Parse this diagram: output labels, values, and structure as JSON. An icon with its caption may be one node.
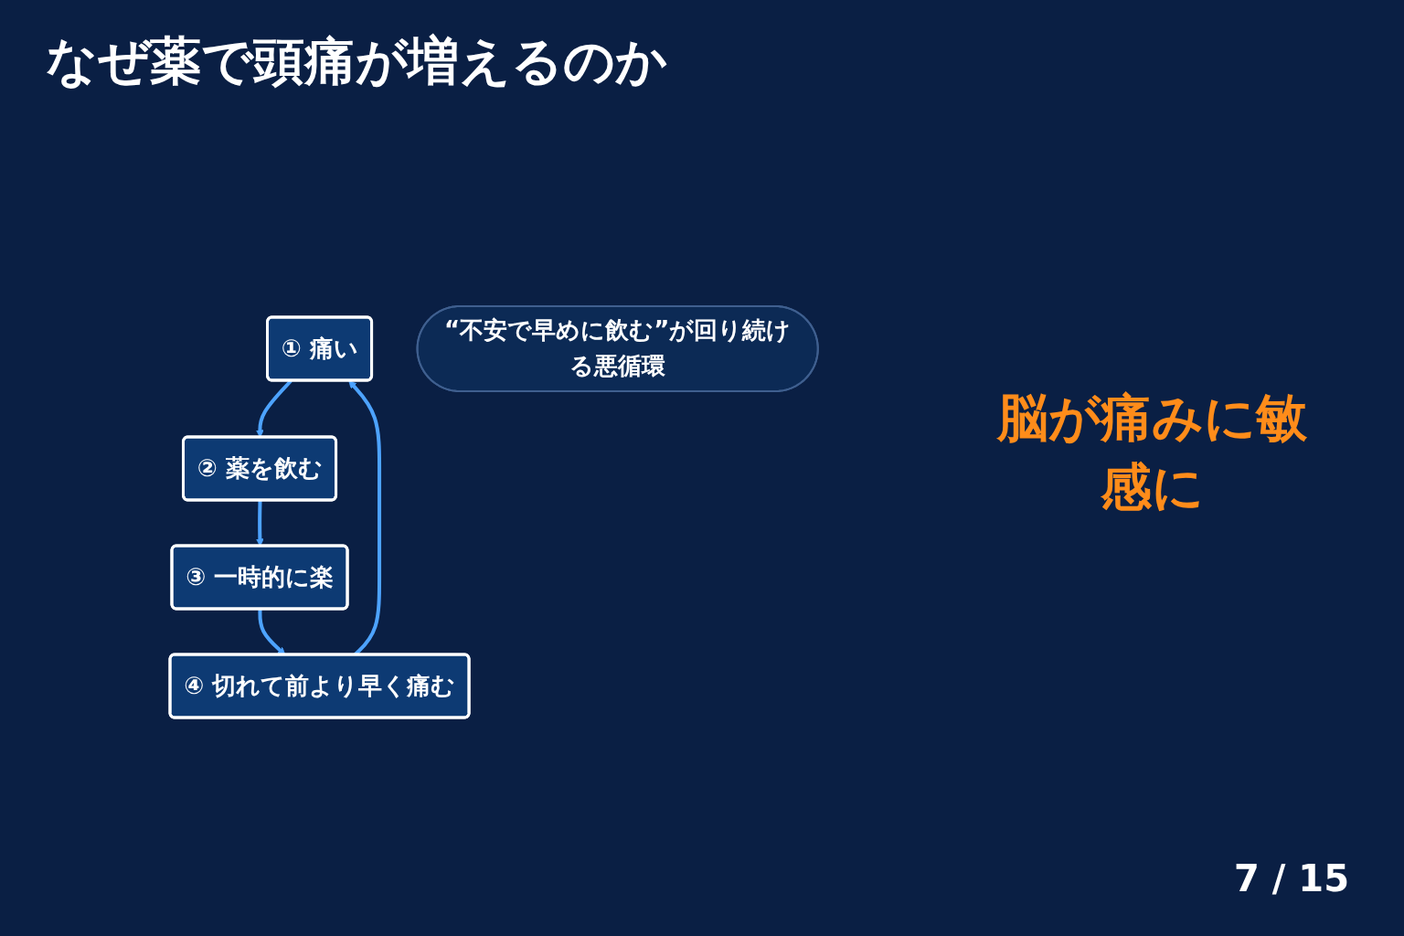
{
  "diagram": {
    "title": "なぜ薬で頭痛が増えるのか",
    "nodes": [
      {
        "text": [
          "① 痛い"
        ]
      },
      {
        "text": [
          "② 薬を飲む"
        ]
      },
      {
        "text": [
          "③ 一時的に楽"
        ]
      },
      {
        "text": [
          "④ 切れて前より早く痛む"
        ]
      },
      {
        "text": [
          "“不安で早めに飲む”が回り続ける悪循環"
        ]
      }
    ],
    "edges": [
      {
        "from": 0,
        "to": 1,
        "arrow": "to"
      },
      {
        "from": 1,
        "to": 2,
        "arrow": "to"
      },
      {
        "from": 2,
        "to": 3,
        "arrow": "to"
      },
      {
        "from": 3,
        "to": 0,
        "arrow": "to"
      }
    ],
    "labels": [
      "脳が痛みに敏感に",
      "7 / 15"
    ]
  }
}
